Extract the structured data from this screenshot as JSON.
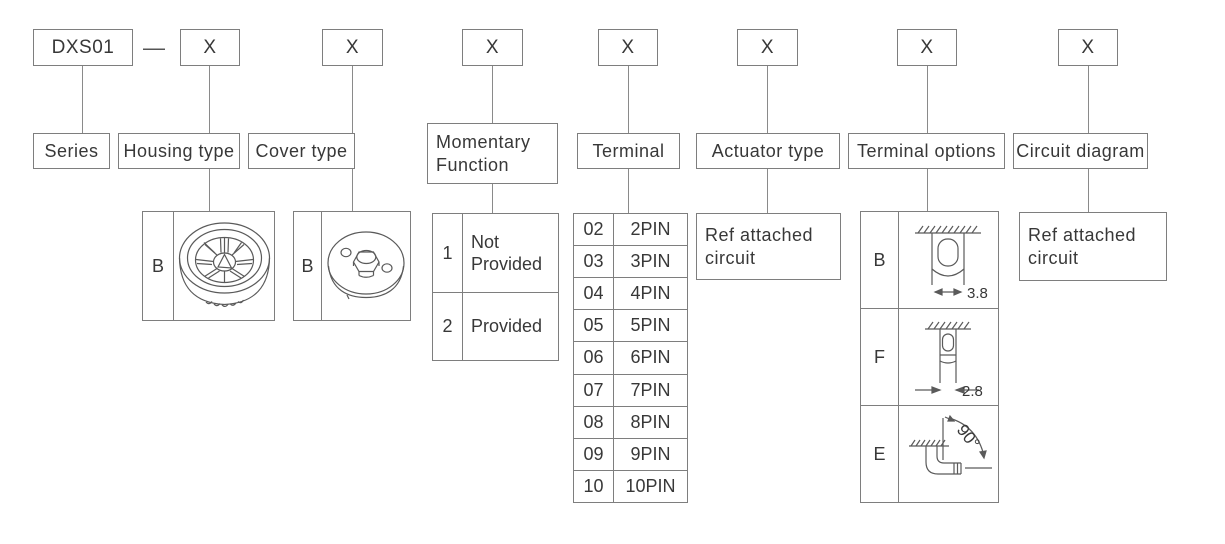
{
  "part_code": {
    "series_value": "DXS01",
    "separator": "—",
    "placeholder": "X"
  },
  "colors": {
    "background": "#ffffff",
    "border": "#7e7e7e",
    "text": "#383838",
    "connector_line": "#8a8a8a"
  },
  "categories": {
    "series": {
      "label": "Series"
    },
    "housing_type": {
      "label": "Housing type",
      "options": [
        {
          "code": "B",
          "image": "round-knurled-housing-drawing"
        }
      ]
    },
    "cover_type": {
      "label": "Cover type",
      "options": [
        {
          "code": "B",
          "image": "round-cover-with-hex-nut-drawing"
        }
      ]
    },
    "momentary_function": {
      "label": "Momentary\nFunction",
      "options": [
        {
          "code": "1",
          "value": "Not\nProvided"
        },
        {
          "code": "2",
          "value": "Provided"
        }
      ]
    },
    "terminal": {
      "label": "Terminal",
      "options": [
        {
          "code": "02",
          "value": "2PIN"
        },
        {
          "code": "03",
          "value": "3PIN"
        },
        {
          "code": "04",
          "value": "4PIN"
        },
        {
          "code": "05",
          "value": "5PIN"
        },
        {
          "code": "06",
          "value": "6PIN"
        },
        {
          "code": "07",
          "value": "7PIN"
        },
        {
          "code": "08",
          "value": "8PIN"
        },
        {
          "code": "09",
          "value": "9PIN"
        },
        {
          "code": "10",
          "value": "10PIN"
        }
      ]
    },
    "actuator_type": {
      "label": "Actuator type",
      "note": "Ref attached\ncircuit"
    },
    "terminal_options": {
      "label": "Terminal options",
      "options": [
        {
          "code": "B",
          "dimension": "3.8",
          "image": "straight-wide-terminal-drawing"
        },
        {
          "code": "F",
          "dimension": "2.8",
          "image": "straight-narrow-terminal-drawing"
        },
        {
          "code": "E",
          "dimension": "90°",
          "image": "right-angle-terminal-drawing"
        }
      ]
    },
    "circuit_diagram": {
      "label": "Circuit diagram",
      "note": "Ref attached\ncircuit"
    }
  }
}
